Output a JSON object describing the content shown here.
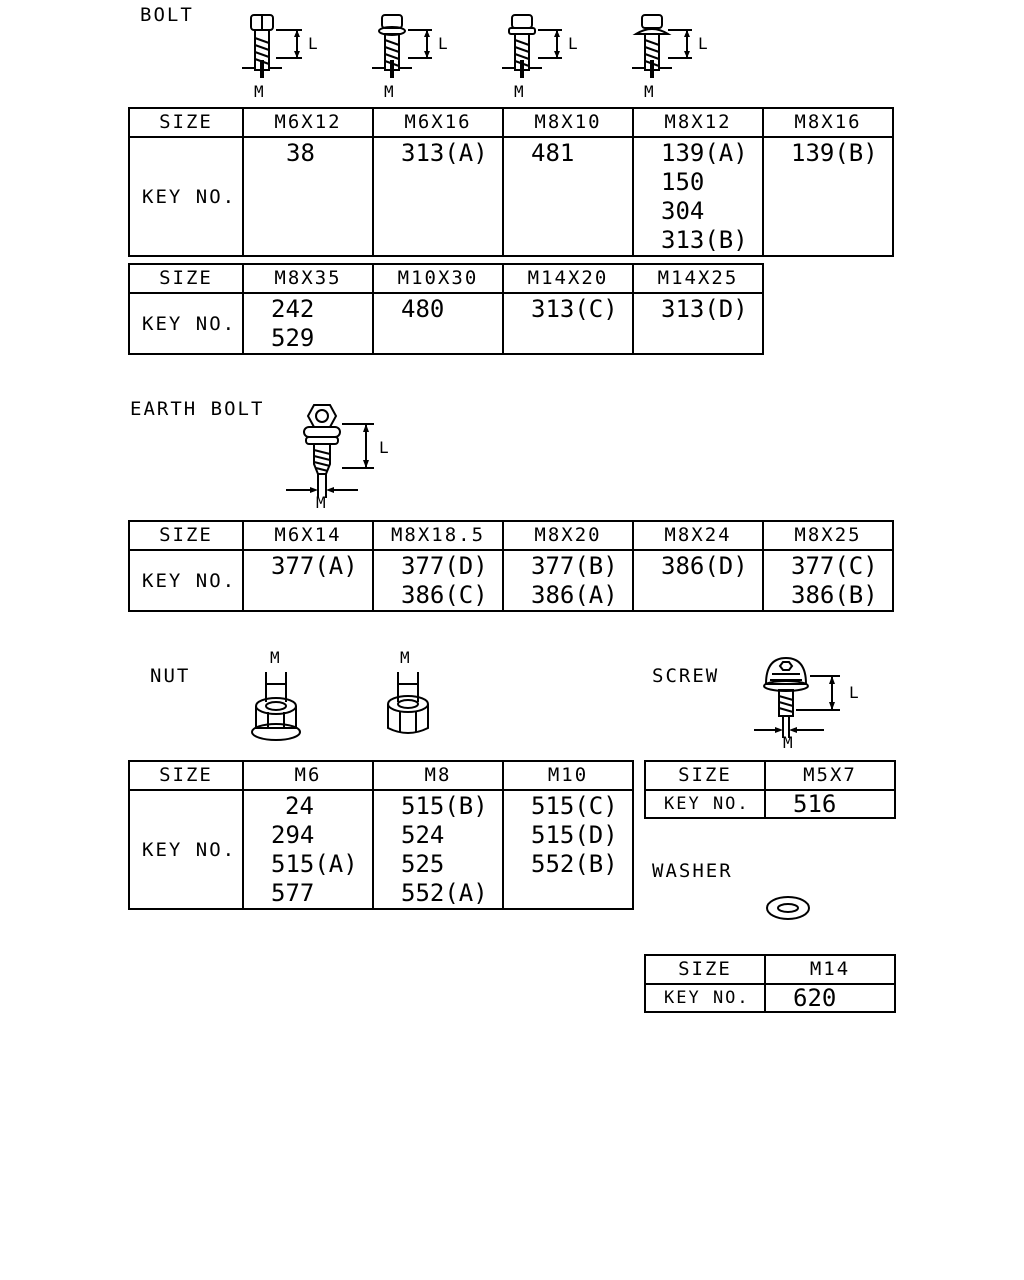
{
  "bolt": {
    "heading": "BOLT",
    "dim_l": "L",
    "dim_m": "M",
    "table1": {
      "size_label": "SIZE",
      "key_label": "KEY NO.",
      "sizes": [
        "M6X12",
        "M6X16",
        "M8X10",
        "M8X12",
        "M8X16"
      ],
      "keys": [
        [
          "38"
        ],
        [
          "313(A)"
        ],
        [
          "481"
        ],
        [
          "139(A)",
          "150",
          "304",
          "313(B)"
        ],
        [
          "139(B)"
        ]
      ]
    },
    "table2": {
      "size_label": "SIZE",
      "key_label": "KEY NO.",
      "sizes": [
        "M8X35",
        "M10X30",
        "M14X20",
        "M14X25"
      ],
      "keys": [
        [
          "242",
          "529"
        ],
        [
          "480"
        ],
        [
          "313(C)"
        ],
        [
          "313(D)"
        ]
      ]
    }
  },
  "earth_bolt": {
    "heading": "EARTH BOLT",
    "dim_l": "L",
    "dim_m": "M",
    "table": {
      "size_label": "SIZE",
      "key_label": "KEY NO.",
      "sizes": [
        "M6X14",
        "M8X18.5",
        "M8X20",
        "M8X24",
        "M8X25"
      ],
      "keys": [
        [
          "377(A)"
        ],
        [
          "377(D)",
          "386(C)"
        ],
        [
          "377(B)",
          "386(A)"
        ],
        [
          "386(D)"
        ],
        [
          "377(C)",
          "386(B)"
        ]
      ]
    }
  },
  "nut": {
    "heading": "NUT",
    "dim_m": "M",
    "table": {
      "size_label": "SIZE",
      "key_label": "KEY NO.",
      "sizes": [
        "M6",
        "M8",
        "M10"
      ],
      "keys": [
        [
          "24",
          "294",
          "515(A)",
          "577"
        ],
        [
          "515(B)",
          "524",
          "525",
          "552(A)"
        ],
        [
          "515(C)",
          "515(D)",
          "552(B)"
        ]
      ]
    }
  },
  "screw": {
    "heading": "SCREW",
    "dim_l": "L",
    "dim_m": "M",
    "table": {
      "size_label": "SIZE",
      "key_label": "KEY NO.",
      "size": "M5X7",
      "key": "516"
    }
  },
  "washer": {
    "heading": "WASHER",
    "table": {
      "size_label": "SIZE",
      "key_label": "KEY NO.",
      "size": "M14",
      "key": "620"
    }
  }
}
